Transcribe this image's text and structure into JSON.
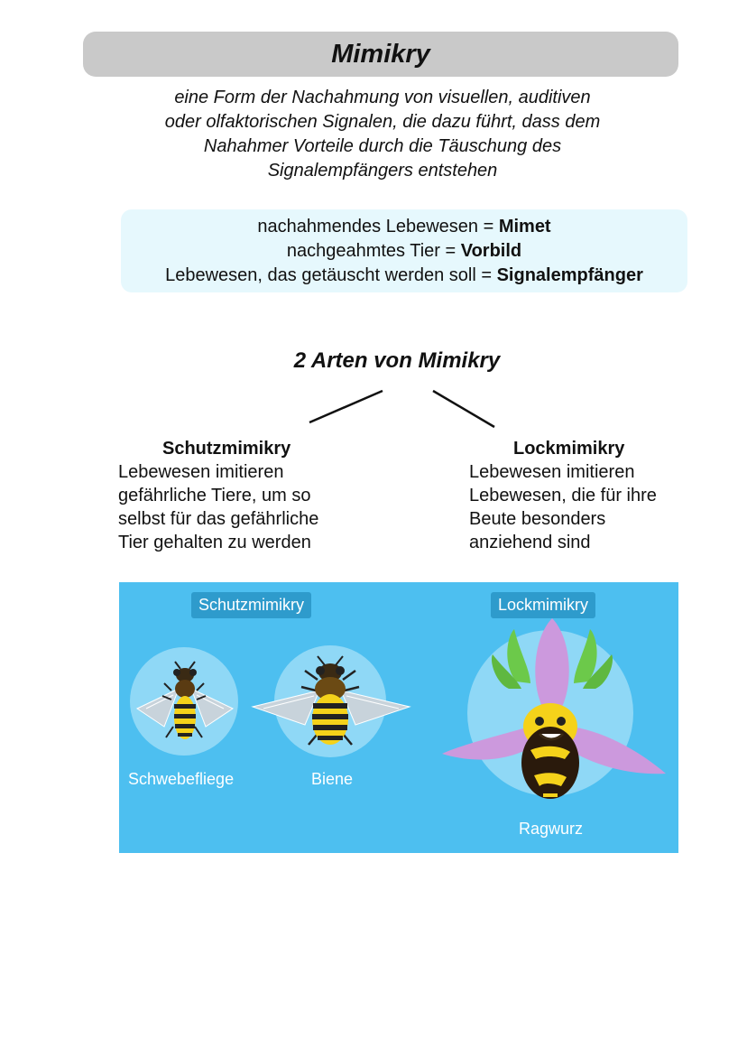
{
  "title": "Mimikry",
  "definition": [
    "eine Form der Nachahmung von visuellen, auditiven",
    "oder olfaktorischen Signalen, die dazu führt, dass dem",
    "Nahahmer Vorteile durch die Täuschung des",
    "Signalempfängers entstehen"
  ],
  "terms": [
    {
      "text": "nachahmendes Lebewesen = ",
      "bold": "Mimet"
    },
    {
      "text": "nachgeahmtes Tier = ",
      "bold": "Vorbild"
    },
    {
      "text": "Lebewesen, das getäuscht werden soll = ",
      "bold": "Signalempfänger"
    }
  ],
  "types_heading": "2 Arten von Mimikry",
  "protective": {
    "title": "Schutzmimikry",
    "lines": [
      "Lebewesen imitieren",
      "gefährliche Tiere, um so",
      "selbst für das gefährliche",
      "Tier gehalten zu werden"
    ]
  },
  "aggressive": {
    "title": "Lockmimikry",
    "lines": [
      "Lebewesen imitieren",
      "Lebewesen, die für ihre",
      "Beute besonders",
      "anziehend sind"
    ]
  },
  "illustration": {
    "chip_left": "Schutzmimikry",
    "chip_right": "Lockmimikry",
    "label_hoverfly": "Schwebefliege",
    "label_bee": "Biene",
    "label_orchid": "Ragwurz",
    "colors": {
      "background": "#4dbff0",
      "chip": "#2e9bcc",
      "circle": "#8fd8f6",
      "petal": "#cc99dd",
      "leaf": "#6cc94a",
      "stripe": "#f5d21a"
    }
  }
}
